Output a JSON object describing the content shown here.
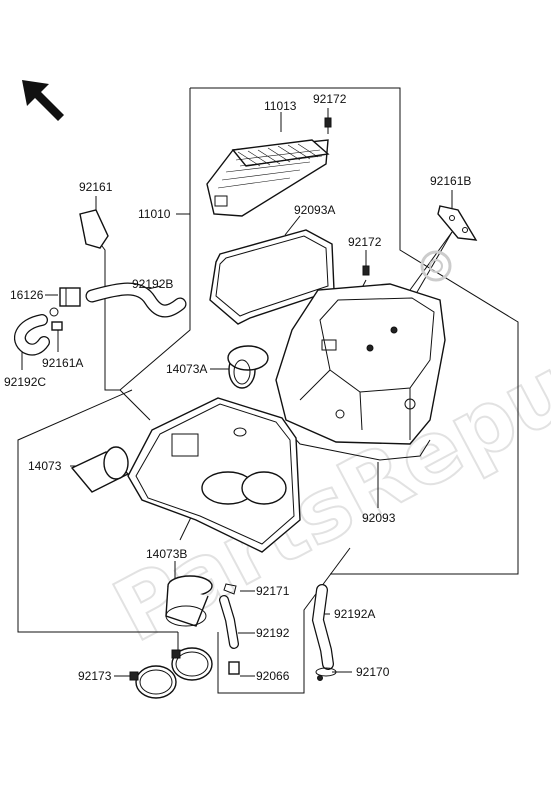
{
  "watermark": "PartsRepublik",
  "callouts": [
    {
      "id": "c-11013",
      "text": "11013"
    },
    {
      "id": "c-92172a",
      "text": "92172"
    },
    {
      "id": "c-11010",
      "text": "11010"
    },
    {
      "id": "c-92093a",
      "text": "92093A"
    },
    {
      "id": "c-92161",
      "text": "92161"
    },
    {
      "id": "c-92161b",
      "text": "92161B"
    },
    {
      "id": "c-92172b",
      "text": "92172"
    },
    {
      "id": "c-92192b",
      "text": "92192B"
    },
    {
      "id": "c-16126",
      "text": "16126"
    },
    {
      "id": "c-92161a",
      "text": "92161A"
    },
    {
      "id": "c-92192c",
      "text": "92192C"
    },
    {
      "id": "c-14073a",
      "text": "14073A"
    },
    {
      "id": "c-14073",
      "text": "14073"
    },
    {
      "id": "c-92093",
      "text": "92093"
    },
    {
      "id": "c-14073b",
      "text": "14073B"
    },
    {
      "id": "c-92171",
      "text": "92171"
    },
    {
      "id": "c-92192a",
      "text": "92192A"
    },
    {
      "id": "c-92192",
      "text": "92192"
    },
    {
      "id": "c-92173",
      "text": "92173"
    },
    {
      "id": "c-92066",
      "text": "92066"
    },
    {
      "id": "c-92170",
      "text": "92170"
    }
  ]
}
